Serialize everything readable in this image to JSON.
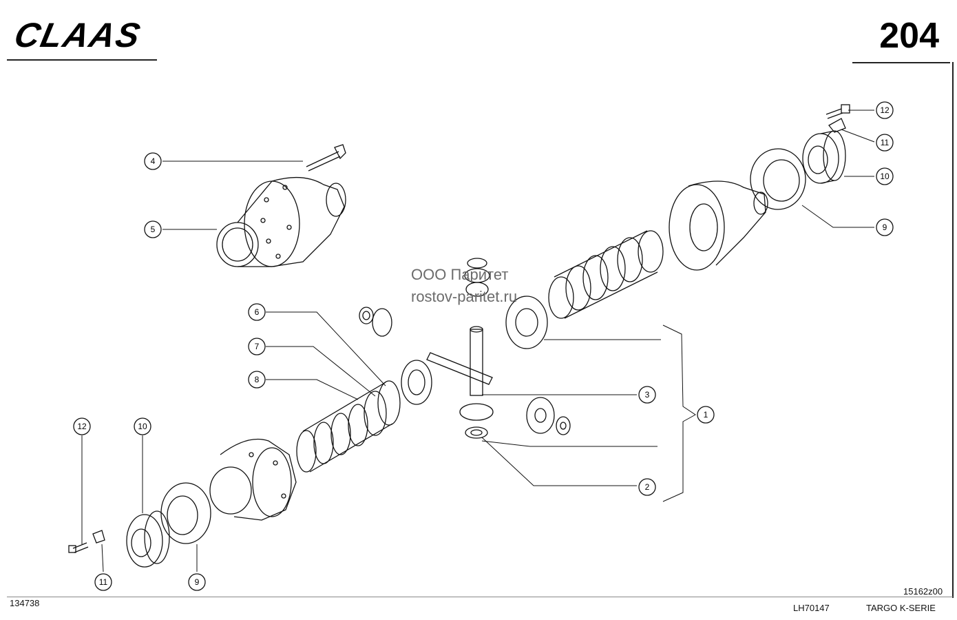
{
  "header": {
    "logo_text": "CLAAS",
    "page_number": "204"
  },
  "watermark": {
    "line1": "ООО Паритет",
    "line2": "rostov-paritet.ru"
  },
  "footer": {
    "left_code": "134738",
    "center_code": "LH70147",
    "right_code": "15162z00",
    "series": "TARGO K-SERIE"
  },
  "callouts": [
    {
      "id": "c4",
      "label": "4"
    },
    {
      "id": "c5",
      "label": "5"
    },
    {
      "id": "c6",
      "label": "6"
    },
    {
      "id": "c7",
      "label": "7"
    },
    {
      "id": "c8",
      "label": "8"
    },
    {
      "id": "c3",
      "label": "3"
    },
    {
      "id": "c1",
      "label": "1"
    },
    {
      "id": "c2",
      "label": "2"
    },
    {
      "id": "c12r",
      "label": "12"
    },
    {
      "id": "c11r",
      "label": "11"
    },
    {
      "id": "c10r",
      "label": "10"
    },
    {
      "id": "c9r",
      "label": "9"
    },
    {
      "id": "c12l",
      "label": "12"
    },
    {
      "id": "c10l",
      "label": "10"
    },
    {
      "id": "c11l",
      "label": "11"
    },
    {
      "id": "c9l",
      "label": "9"
    }
  ],
  "colors": {
    "line": "#111111",
    "watermark": "#6b6b6b"
  }
}
